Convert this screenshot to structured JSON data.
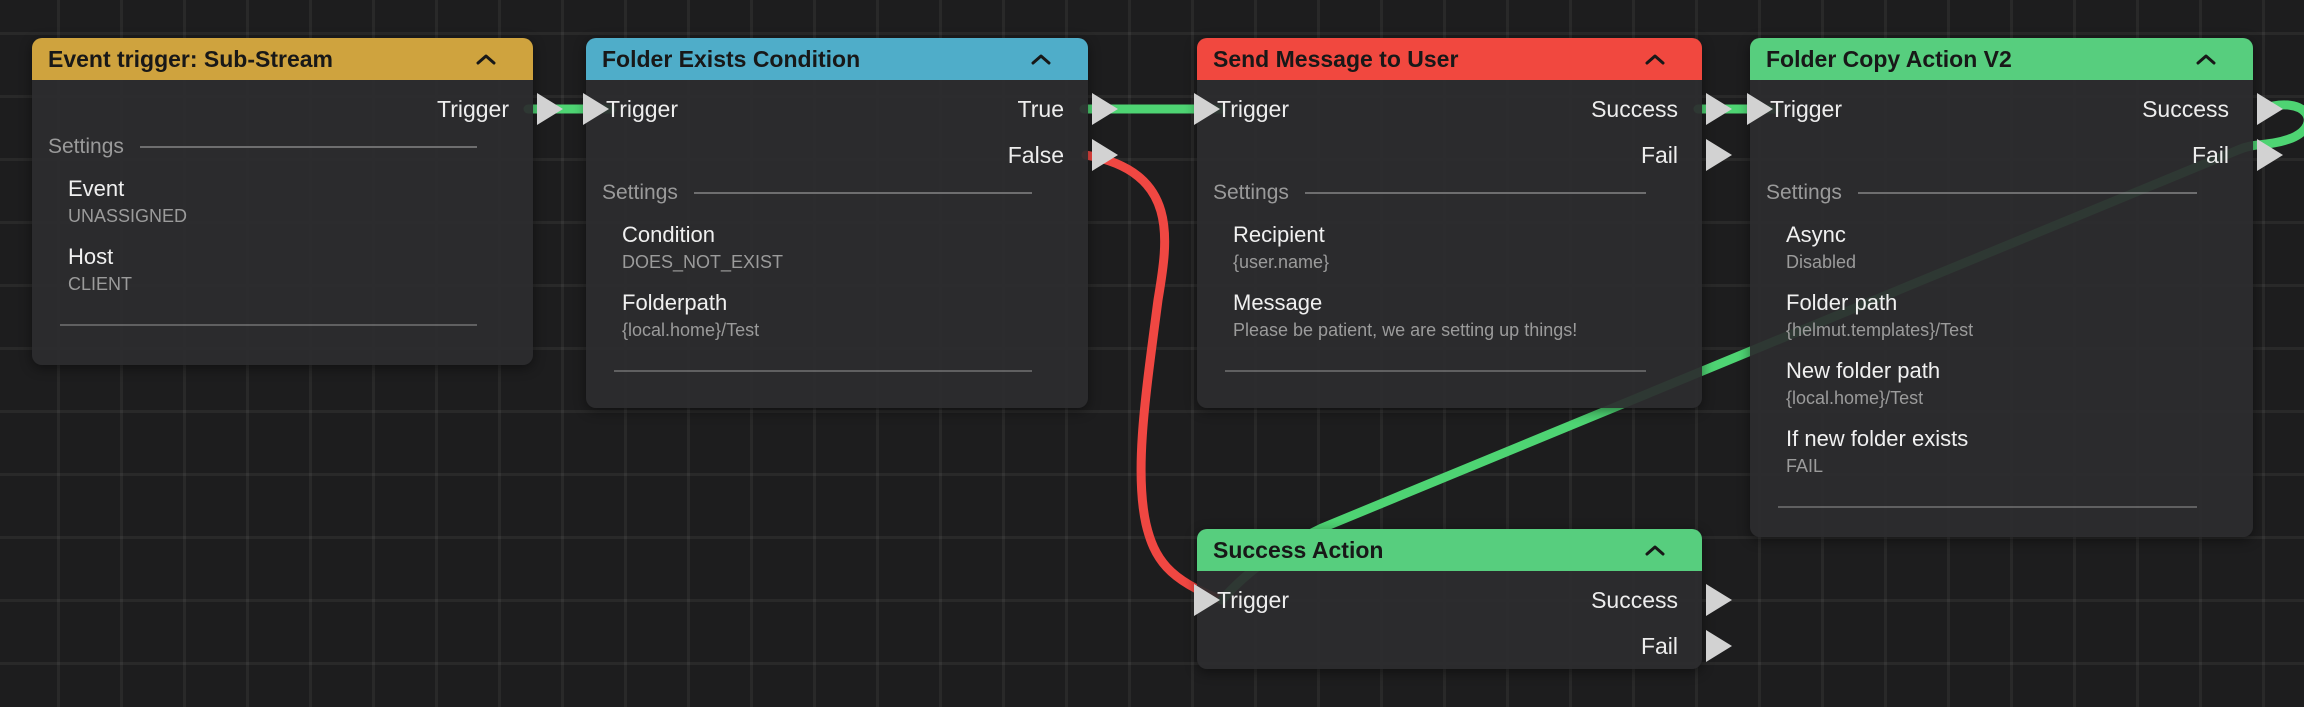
{
  "canvas": {
    "background": "#1d1d1e",
    "grid_line_color": "#2c2c2d",
    "port_arrow_color": "#d2d2d2",
    "connection_green": "#4ed473",
    "connection_red": "#f04742"
  },
  "nodes": [
    {
      "title": "Event trigger: Sub-Stream",
      "header_color": "#cfa33e",
      "collapse_icon": "chevron-up",
      "inputs": [],
      "outputs": [
        {
          "label": "Trigger",
          "connected": true
        }
      ],
      "settings_label": "Settings",
      "settings": [
        {
          "name": "Event",
          "value": "UNASSIGNED"
        },
        {
          "name": "Host",
          "value": "CLIENT"
        }
      ]
    },
    {
      "title": "Folder Exists Condition",
      "header_color": "#4fadc9",
      "collapse_icon": "chevron-up",
      "inputs": [
        {
          "label": "Trigger",
          "connected": true
        }
      ],
      "outputs": [
        {
          "label": "True",
          "connected": true
        },
        {
          "label": "False",
          "connected": true
        }
      ],
      "settings_label": "Settings",
      "settings": [
        {
          "name": "Condition",
          "value": "DOES_NOT_EXIST"
        },
        {
          "name": "Folderpath",
          "value": "{local.home}/Test"
        }
      ]
    },
    {
      "title": "Send Message to User",
      "header_color": "#f1483f",
      "collapse_icon": "chevron-up",
      "inputs": [
        {
          "label": "Trigger",
          "connected": true
        }
      ],
      "outputs": [
        {
          "label": "Success",
          "connected": true
        },
        {
          "label": "Fail",
          "connected": false
        }
      ],
      "settings_label": "Settings",
      "settings": [
        {
          "name": "Recipient",
          "value": "{user.name}"
        },
        {
          "name": "Message",
          "value": "Please be patient, we are setting up things!"
        }
      ]
    },
    {
      "title": "Folder Copy Action V2",
      "header_color": "#57ce7e",
      "collapse_icon": "chevron-up",
      "inputs": [
        {
          "label": "Trigger",
          "connected": true
        }
      ],
      "outputs": [
        {
          "label": "Success",
          "connected": true
        },
        {
          "label": "Fail",
          "connected": false
        }
      ],
      "settings_label": "Settings",
      "settings": [
        {
          "name": "Async",
          "value": "Disabled"
        },
        {
          "name": "Folder path",
          "value": "{helmut.templates}/Test"
        },
        {
          "name": "New folder path",
          "value": "{local.home}/Test"
        },
        {
          "name": "If new folder exists",
          "value": "FAIL"
        }
      ]
    },
    {
      "title": "Success Action",
      "header_color": "#57ce7e",
      "collapse_icon": "chevron-up",
      "inputs": [
        {
          "label": "Trigger",
          "connected": true
        }
      ],
      "outputs": [
        {
          "label": "Success",
          "connected": false
        },
        {
          "label": "Fail",
          "connected": false
        }
      ],
      "settings_label": "",
      "settings": []
    }
  ],
  "connections": [
    {
      "from": "Event trigger: Sub-Stream / Trigger",
      "to": "Folder Exists Condition / Trigger",
      "color": "#4ed473"
    },
    {
      "from": "Folder Exists Condition / True",
      "to": "Send Message to User / Trigger",
      "color": "#4ed473"
    },
    {
      "from": "Folder Exists Condition / False",
      "to": "Success Action / Trigger",
      "color": "#f04742"
    },
    {
      "from": "Send Message to User / Success",
      "to": "Folder Copy Action V2 / Trigger",
      "color": "#4ed473"
    },
    {
      "from": "Folder Copy Action V2 / Success",
      "to": "Success Action / Trigger",
      "color": "#4ed473"
    }
  ]
}
